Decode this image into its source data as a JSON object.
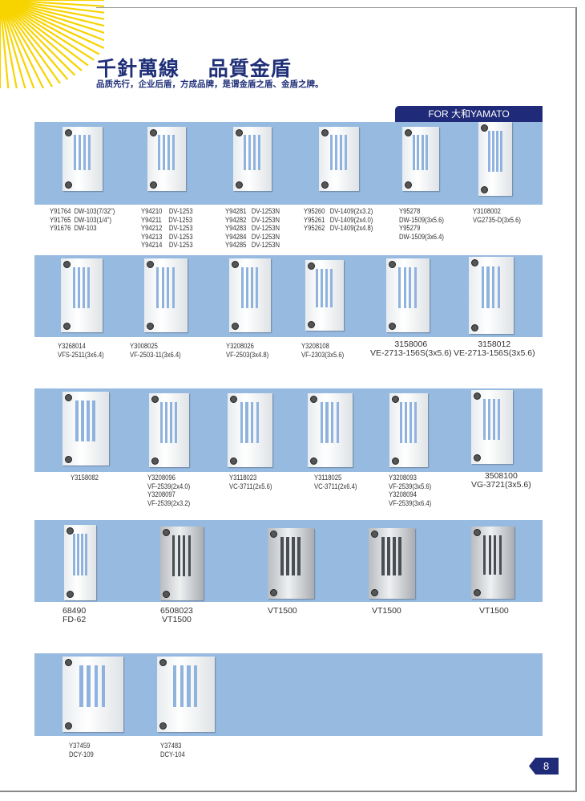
{
  "header": {
    "title": "千針萬線　 品質金盾",
    "slogan": "品质先行，企业后盾，方成品牌，是谓金盾之盾、金盾之牌。",
    "brand_tab": "FOR 大和YAMATO"
  },
  "rows": [
    {
      "items": [
        {
          "lines": "Y91764  DW-103(7/32\")\nY91765  DW-103(1/4\")\nY91676  DW-103"
        },
        {
          "lines": "Y94210    DV-1253\nY94211    DV-1253\nY94212    DV-1253\nY94213    DV-1253\nY94214    DV-1253"
        },
        {
          "lines": "Y94281   DV-1253N\nY94282   DV-1253N\nY94283   DV-1253N\nY94284   DV-1253N\nY94285   DV-1253N"
        },
        {
          "lines": "Y95260   DV-1409(2x3.2)\nY95261   DV-1409(2x4.0)\nY95262   DV-1409(2x4.8)"
        },
        {
          "lines": "Y95278\nDW-1509(3x5.6)\nY95279\nDW-1509(3x6.4)"
        },
        {
          "lines": "Y3108002\nVG2735-D(3x5.6)"
        }
      ]
    },
    {
      "items": [
        {
          "lines": "Y3268014\nVFS-2511(3x6.4)"
        },
        {
          "lines": "Y3008025\nVF-2503-11(3x6.4)"
        },
        {
          "lines": "Y3208026\nVF-2503(3x4.8)"
        },
        {
          "lines": "Y3208108\nVF-2303(3x5.6)"
        },
        {
          "lines": "3158006\nVE-2713-156S(3x5.6)"
        },
        {
          "lines": "3158012\nVE-2713-156S(3x5.6)"
        }
      ]
    },
    {
      "items": [
        {
          "lines": "Y3158082"
        },
        {
          "lines": "Y3208096\nVF-2539(2x4.0)\nY3208097\nVF-2539(2x3.2)"
        },
        {
          "lines": "Y3118023\nVC-3711(2x5.6)"
        },
        {
          "lines": "Y3118025\nVC-3711(2x6.4)"
        },
        {
          "lines": "Y3208093\nVF-2539(3x5.6)\nY3208094\nVF-2539(3x6.4)"
        },
        {
          "lines": "3508100\nVG-3721(3x5.6)"
        }
      ]
    },
    {
      "items": [
        {
          "lines": "68490\nFD-62"
        },
        {
          "lines": "6508023\nVT1500"
        },
        {
          "lines": "VT1500"
        },
        {
          "lines": "VT1500"
        },
        {
          "lines": "VT1500"
        }
      ]
    },
    {
      "items": [
        {
          "lines": "Y37459\nDCY-109"
        },
        {
          "lines": "Y37483\nDCY-104"
        }
      ]
    }
  ],
  "page_number": "8",
  "colors": {
    "navy": "#1f2a78",
    "panel": "#97bae0",
    "sun": "#f7d400"
  }
}
